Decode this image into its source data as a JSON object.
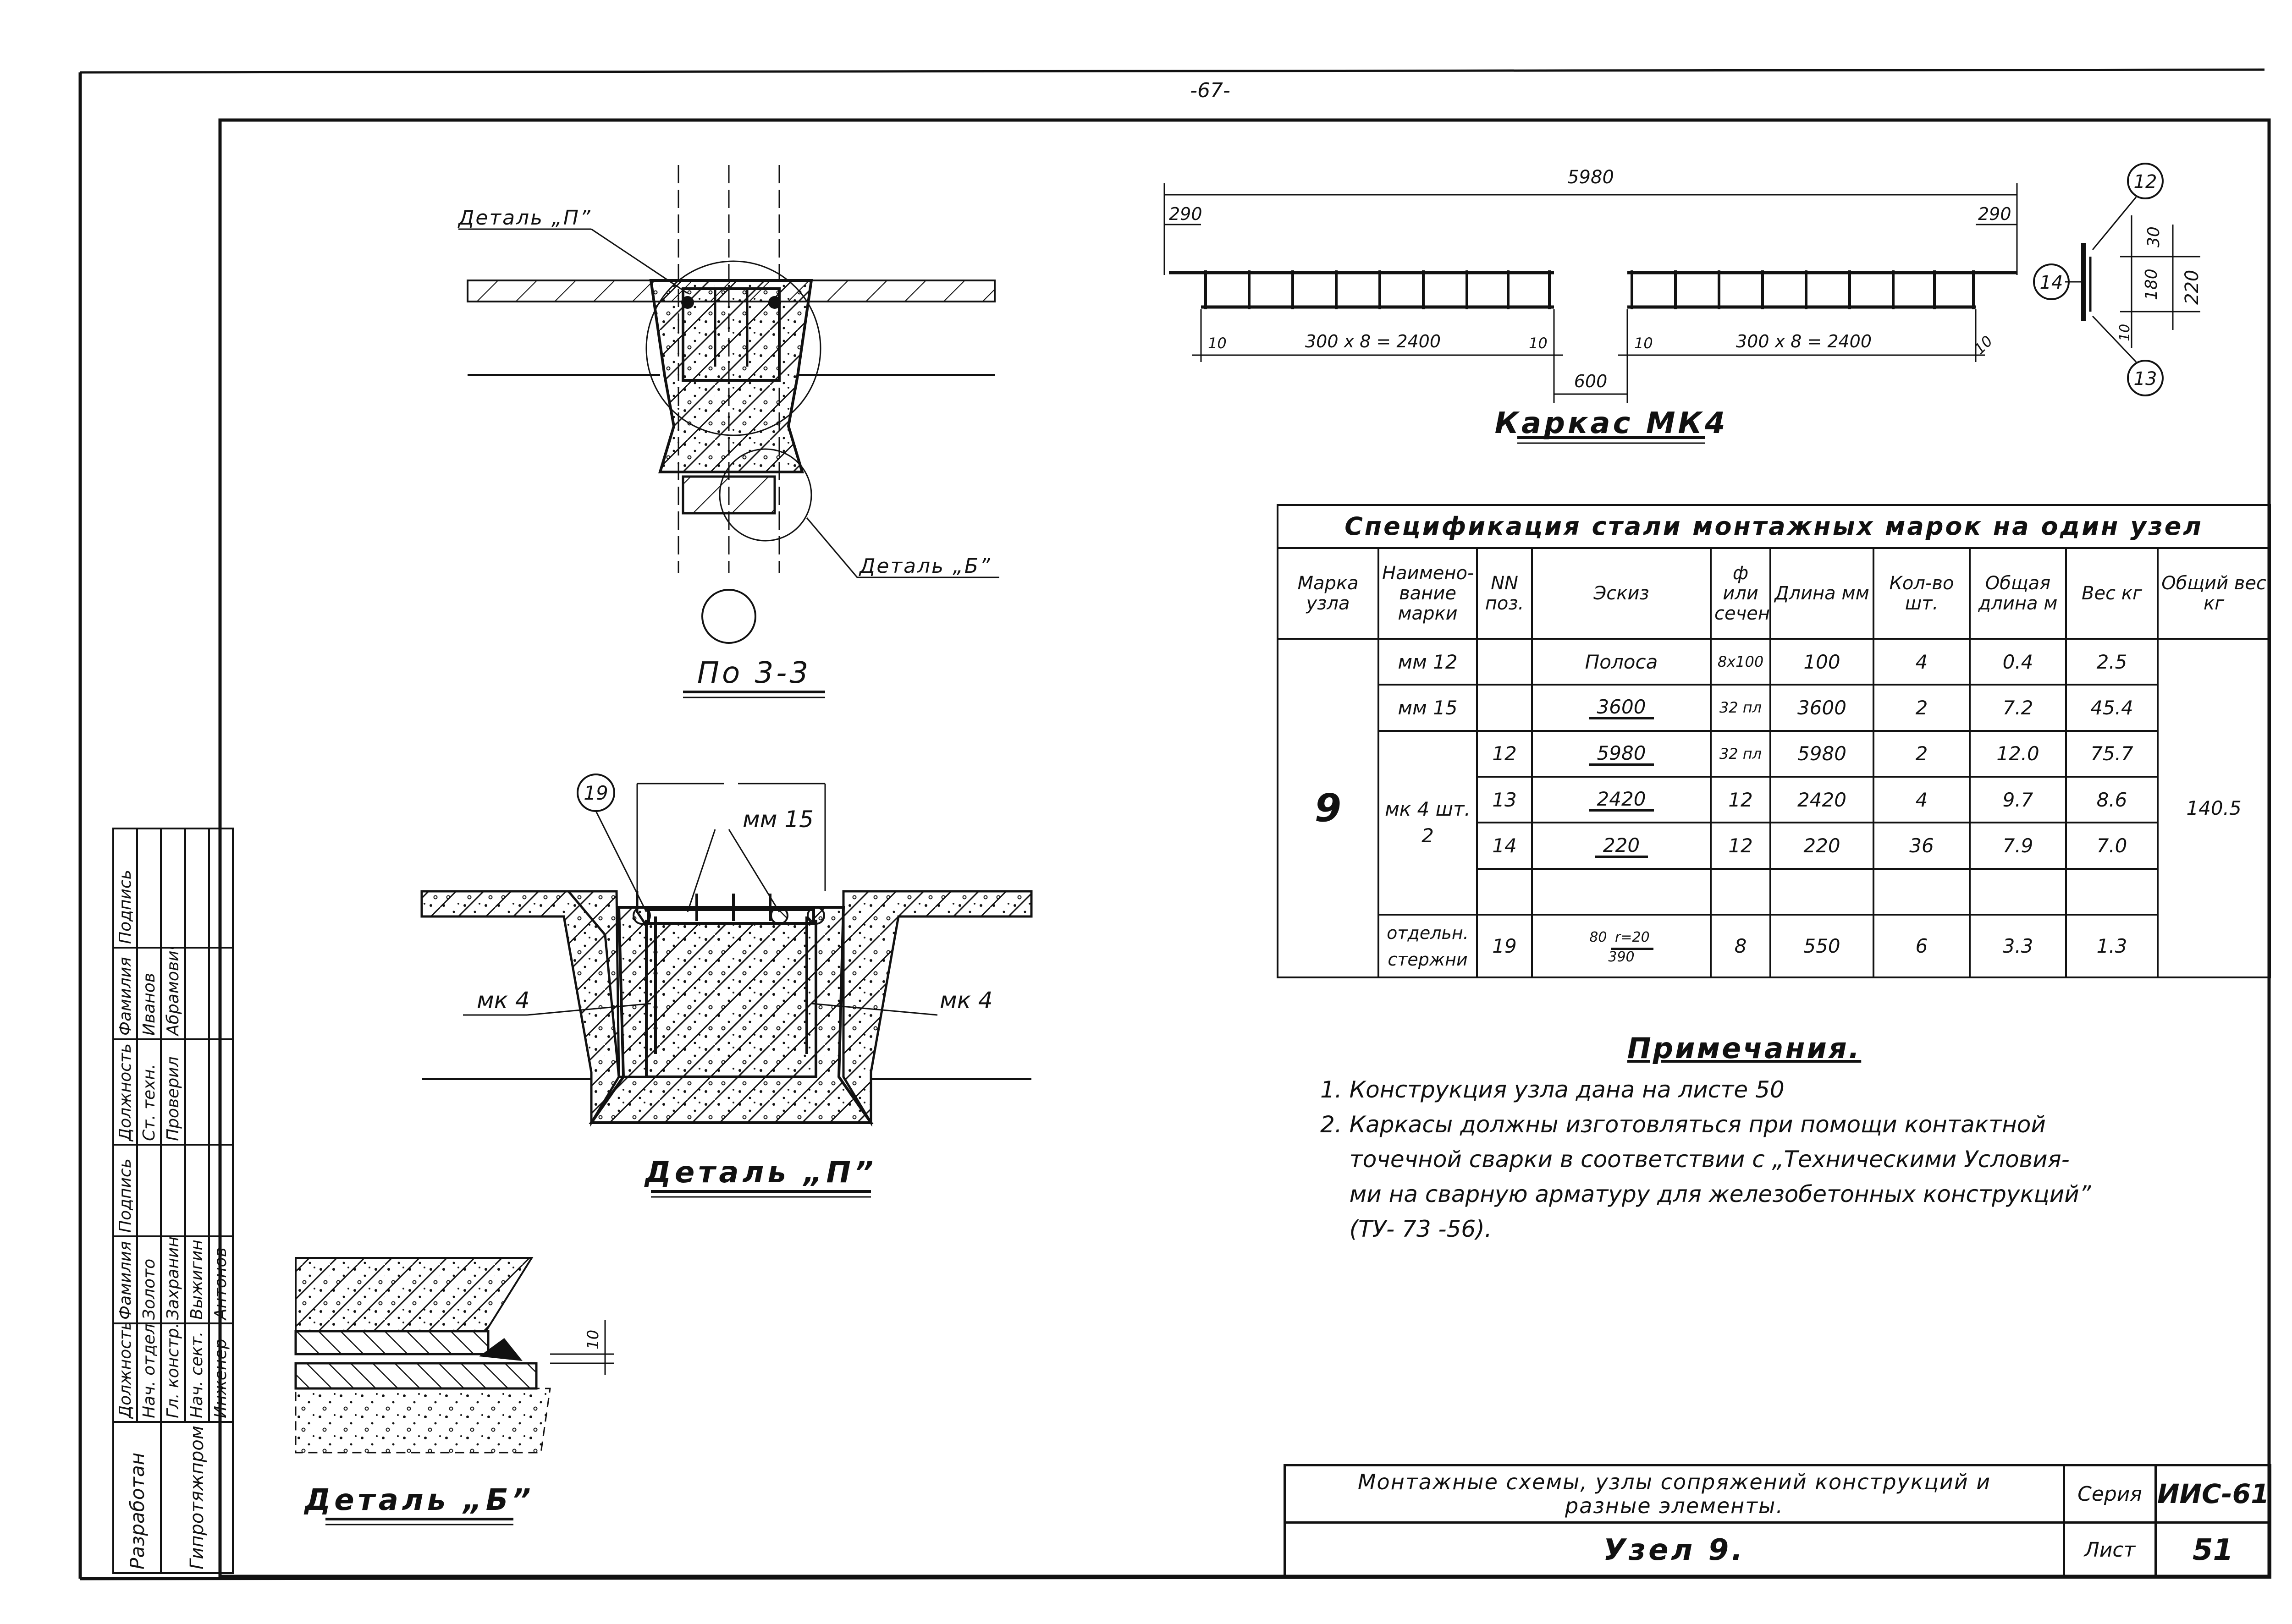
{
  "page_number": "-67-",
  "views": {
    "section_3_3": {
      "title": "По 3-3",
      "detail_p_callout": "Деталь „П”",
      "detail_b_callout": "Деталь „Б”"
    },
    "detail_p": {
      "title": "Деталь „П”",
      "pos_19": "19",
      "label_mm15": "мм 15",
      "label_mk4_left": "мк 4",
      "label_mk4_right": "мк 4"
    },
    "detail_b": {
      "title": "Деталь „Б”",
      "dim_10": "10"
    },
    "frame_mk4": {
      "title": "Каркас МК4",
      "dim_total": "5980",
      "dim_left_end": "290",
      "dim_right_end": "290",
      "dim_gap": "600",
      "dim_10_a": "10",
      "dim_10_b": "10",
      "dim_10_c": "10",
      "dim_10_d": "10",
      "dim_span_left": "300 x 8 = 2400",
      "dim_span_right": "300 x 8 = 2400",
      "pos_12": "12",
      "pos_13": "13",
      "pos_14": "14",
      "dim_30": "30",
      "dim_180": "180",
      "dim_220": "220",
      "dim_10_e": "10"
    }
  },
  "spec_table": {
    "title": "Спецификация стали монтажных марок на один узел",
    "headers": [
      "Марка узла",
      "Наимено-вание марки",
      "NN поз.",
      "Эскиз",
      "ф или сечен",
      "Длина мм",
      "Кол-во шт.",
      "Общая длина м",
      "Вес кг",
      "Общий вес кг"
    ],
    "node_mark": "9",
    "total_weight": "140.5",
    "rows": [
      {
        "name": "мм 12",
        "pos": "",
        "sketch": "Полоса",
        "sec": "8x100",
        "len": "100",
        "qty": "4",
        "total_len": "0.4",
        "weight": "2.5"
      },
      {
        "name": "мм 15",
        "pos": "",
        "sketch": "3600",
        "sec": "32 пл",
        "len": "3600",
        "qty": "2",
        "total_len": "7.2",
        "weight": "45.4"
      },
      {
        "name": "мк 4 шт. 2",
        "pos": "12",
        "sketch": "5980",
        "sec": "32 пл",
        "len": "5980",
        "qty": "2",
        "total_len": "12.0",
        "weight": "75.7"
      },
      {
        "name": "",
        "pos": "13",
        "sketch": "2420",
        "sec": "12",
        "len": "2420",
        "qty": "4",
        "total_len": "9.7",
        "weight": "8.6"
      },
      {
        "name": "",
        "pos": "14",
        "sketch": "220",
        "sec": "12",
        "len": "220",
        "qty": "36",
        "total_len": "7.9",
        "weight": "7.0"
      },
      {
        "name": "отдельн. стержни",
        "pos": "19",
        "sketch_a": "80",
        "sketch_b": "r=20",
        "sketch_c": "390",
        "sec": "8",
        "len": "550",
        "qty": "6",
        "total_len": "3.3",
        "weight": "1.3"
      }
    ]
  },
  "notes": {
    "title": "Примечания.",
    "items": [
      "1. Конструкция узла дана на листе 50",
      "2. Каркасы должны изготовляться при помощи контактной\n    точечной сварки в соответствии с „Техническими Условия-\n    ми на сварную арматуру для железобетонных конструкций”\n    (ТУ- 73 -56)."
    ]
  },
  "title_block": {
    "description": "Монтажные схемы, узлы сопряжений конструкций и разные элементы.",
    "node": "Узел 9.",
    "series_label": "Серия",
    "series_value": "ИИС-61",
    "sheet_label": "Лист",
    "sheet_value": "51"
  },
  "left_stamp": {
    "org_1": "Разработан",
    "org_2": "Гипротяжпром",
    "headers": [
      "Должность",
      "Фамилия",
      "Подпись",
      "Должность",
      "Фамилия",
      "Подпись"
    ],
    "rows": [
      [
        "Нач. отдела",
        "Золото",
        "",
        "Ст. техн.",
        "Иванов",
        ""
      ],
      [
        "Гл. констр.",
        "Захранин",
        "",
        "Проверил",
        "Абрамович",
        ""
      ],
      [
        "Нач. сект.",
        "Выжигин",
        "",
        "",
        "",
        ""
      ],
      [
        "Инженер",
        "Антонов",
        "",
        "",
        "",
        ""
      ]
    ]
  }
}
